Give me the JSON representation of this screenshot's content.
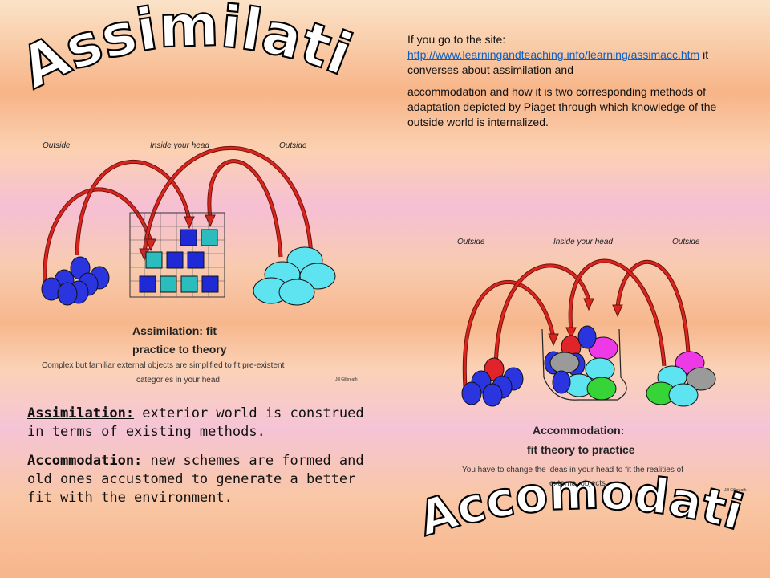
{
  "titles": {
    "assimilation": "Assimilation",
    "accommodation": "Accomodation"
  },
  "assimilation_diagram": {
    "header_left": "Outside",
    "header_center": "Inside your head",
    "header_right": "Outside",
    "caption_title_line1": "Assimilation: fit",
    "caption_title_line2": "practice to theory",
    "caption_line1": "Complex but familiar external objects are simplified to fit pre-existent",
    "caption_line2": "categories in your head",
    "credit": "Jill Gilbreath"
  },
  "accommodation_diagram": {
    "header_left": "Outside",
    "header_center": "Inside your head",
    "header_right": "Outside",
    "caption_title_line1": "Accommodation:",
    "caption_title_line2": "fit theory to practice",
    "caption_line1": "You have to change the ideas in your head to fit the realities of",
    "caption_line2": "external objects",
    "credit": "Jill Gilbreath"
  },
  "source_text": {
    "intro": "If you go to the site:",
    "link": "http://www.learningandteaching.info/learning/assimacc.htm",
    "after_link": " it converses about assimilation and",
    "rest": "accommodation and how it is two corresponding methods of adaptation depicted by Piaget through which knowledge of the outside world is internalized."
  },
  "definitions": {
    "assimilation_term": "Assimilation:",
    "assimilation_text": " exterior world is construed in terms of existing methods.",
    "accommodation_term": "Accommodation:",
    "accommodation_text": " new schemes are formed and old ones accustomed to generate a better fit with the environment."
  },
  "colors": {
    "arrow": "#d9251d",
    "blue_object": "#1f2ad6",
    "cyan_object": "#58e3f0",
    "magenta_object": "#ee3ae6",
    "green_object": "#37d437",
    "gray_object": "#9a9a9a",
    "red_object": "#e0242a"
  }
}
